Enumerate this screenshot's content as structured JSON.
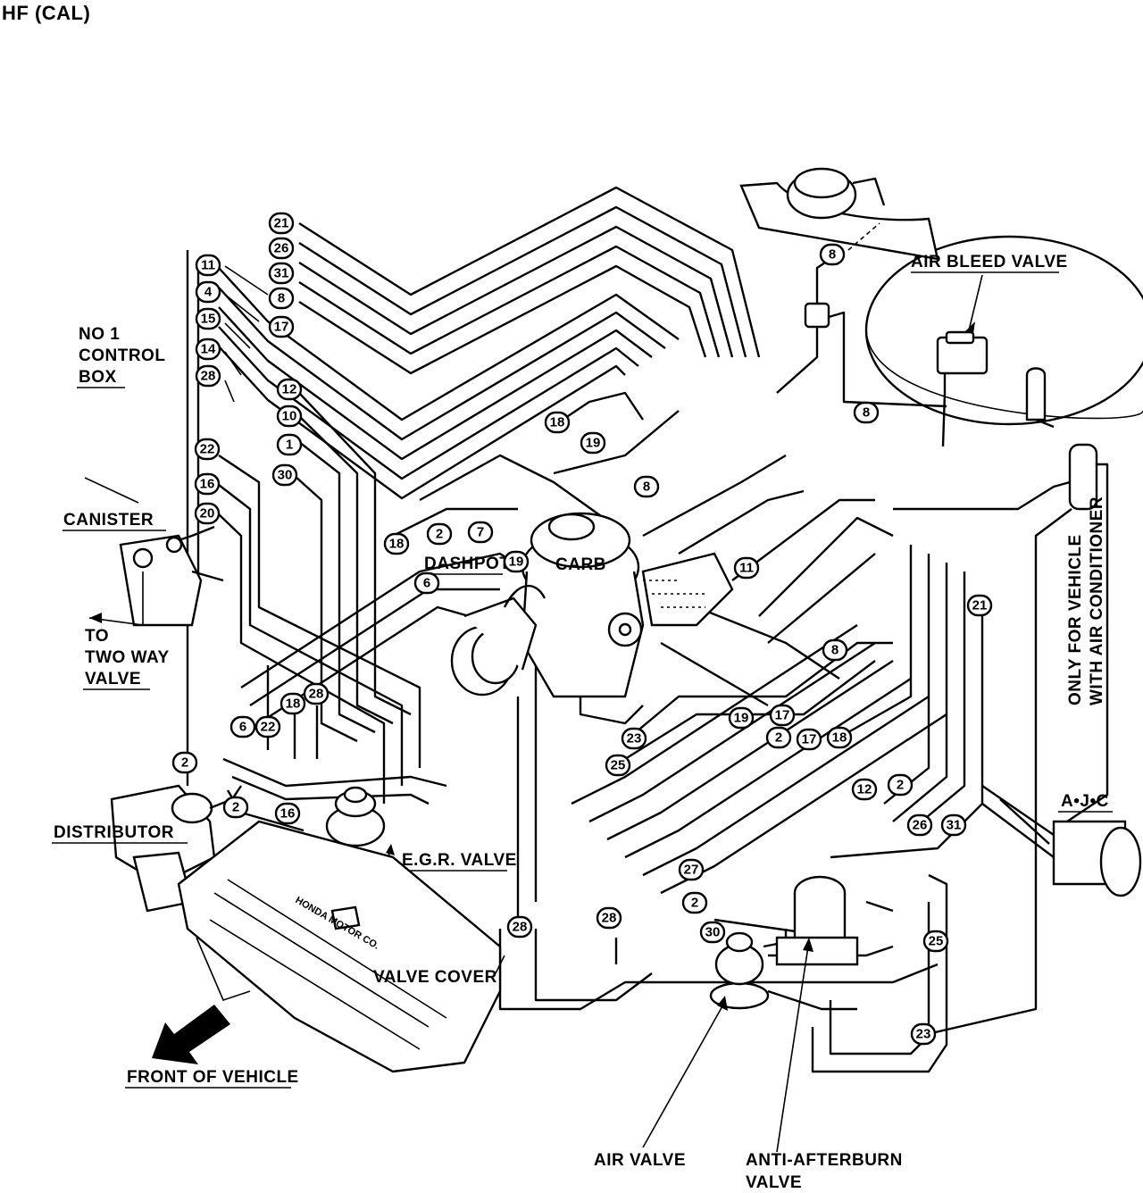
{
  "title": "HF (CAL)",
  "labels": {
    "no1_line1": "NO 1",
    "no1_line2": "CONTROL",
    "no1_line3": "BOX",
    "canister": "CANISTER",
    "two_way_line1": "TO",
    "two_way_line2": "TWO WAY",
    "two_way_line3": "VALVE",
    "distributor": "DISTRIBUTOR",
    "dashpot": "DASHPOT",
    "carb": "CARB",
    "egr_valve": "E.G.R. VALVE",
    "valve_cover": "VALVE COVER",
    "front_of_vehicle": "FRONT OF VEHICLE",
    "air_valve": "AIR VALVE",
    "anti_afterburn_line1": "ANTI-AFTERBURN",
    "anti_afterburn_line2": "VALVE",
    "air_bleed_valve": "AIR BLEED VALVE",
    "ajc": "A•J•C",
    "ac_line1": "ONLY FOR VEHICLE",
    "ac_line2": "WITH AIR CONDITIONER",
    "cover_logo": "HONDA MOTOR CO."
  },
  "hose_numbers": {
    "stack_top": [
      "21",
      "26",
      "31",
      "8",
      "17"
    ],
    "stack_left": [
      "11",
      "4",
      "15",
      "14",
      "28"
    ],
    "stack_mid": [
      "12",
      "10",
      "1",
      "30"
    ],
    "stack_lower": [
      "22",
      "16",
      "20"
    ],
    "misc": [
      "8",
      "8",
      "18",
      "19",
      "8",
      "18",
      "2",
      "7",
      "19",
      "6",
      "11",
      "21",
      "8",
      "6",
      "22",
      "18",
      "28",
      "2",
      "2",
      "16",
      "23",
      "25",
      "19",
      "17",
      "2",
      "17",
      "18",
      "12",
      "2",
      "26",
      "31",
      "27",
      "2",
      "28",
      "28",
      "30",
      "25",
      "23"
    ]
  }
}
